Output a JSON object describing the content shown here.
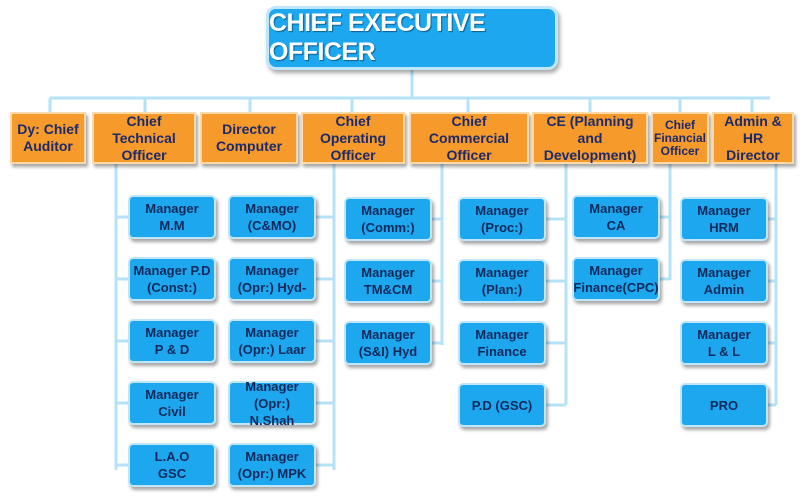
{
  "ceo": "CHIEF EXECUTIVE OFFICER",
  "departments": [
    "Dy: Chief\nAuditor",
    "Chief Technical\nOfficer",
    "Director\nComputer",
    "Chief Operating\nOfficer",
    "Chief Commercial\nOfficer",
    "CE (Planning and\nDevelopment)",
    "Chief\nFinancial\nOfficer",
    "Admin & HR\nDirector"
  ],
  "managers": {
    "technical": [
      "Manager\nM.M",
      "Manager P.D\n(Const:)",
      "Manager\nP & D",
      "Manager\nCivil",
      "L.A.O\nGSC"
    ],
    "operating": [
      "Manager\n(C&MO)",
      "Manager\n(Opr:) Hyd-",
      "Manager\n(Opr:) Laar",
      "Manager\n(Opr:) N.Shah",
      "Manager\n(Opr:) MPK"
    ],
    "commercial_a": [
      "Manager\n(Comm:)",
      "Manager\nTM&CM",
      "Manager\n(S&I) Hyd"
    ],
    "commercial_b": [
      "Manager\n(Proc:)",
      "Manager\n(Plan:)",
      "Manager\nFinance",
      "P.D (GSC)"
    ],
    "financial": [
      "Manager\nCA",
      "Manager\nFinance(CPC)"
    ],
    "admin": [
      "Manager\nHRM",
      "Manager\nAdmin",
      "Manager\nL & L",
      "PRO"
    ]
  },
  "colors": {
    "ceo": "#1da7ef",
    "department": "#f59a2b",
    "manager": "#1da7ef",
    "connector": "#b6e2f8"
  }
}
